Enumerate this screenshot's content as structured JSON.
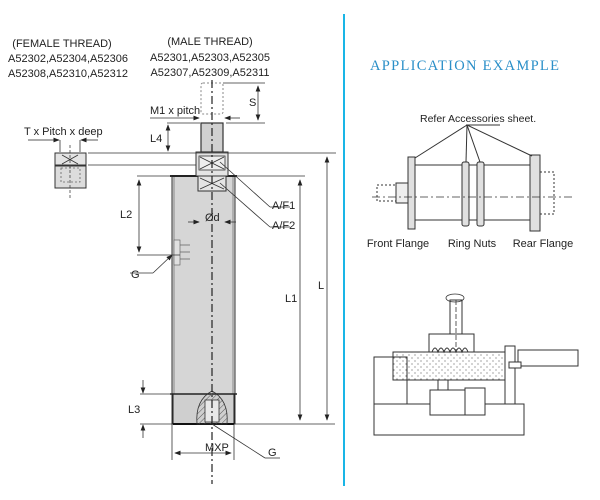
{
  "left_drawing": {
    "female_thread": {
      "heading": "(FEMALE THREAD)",
      "models_line1": "A52302,A52304,A52306",
      "models_line2": "A52308,A52310,A52312"
    },
    "male_thread": {
      "heading": "(MALE THREAD)",
      "models_line1": "A52301,A52303,A52305",
      "models_line2": "A52307,A52309,A52311"
    },
    "dimension_labels": {
      "thread_spec": "T x  Pitch x  deep",
      "m1_pitch": "M1 x pitch",
      "s": "S",
      "l4": "L4",
      "l2": "L2",
      "od": "Ød",
      "af1": "A/F1",
      "af2": "A/F2",
      "g_side": "G",
      "l1": "L1",
      "l": "L",
      "l3": "L3",
      "mxp": "MXP",
      "g_bottom": "G"
    }
  },
  "right_panel": {
    "title": "APPLICATION EXAMPLE",
    "top_example": {
      "callout": "Refer Accessories sheet.",
      "labels": [
        "Front Flange",
        "Ring Nuts",
        "Rear Flange"
      ]
    }
  },
  "colors": {
    "divider": "#19b5e6",
    "title": "#2a8fc8",
    "body_fill": "#d9d9d9",
    "line": "#333333"
  }
}
